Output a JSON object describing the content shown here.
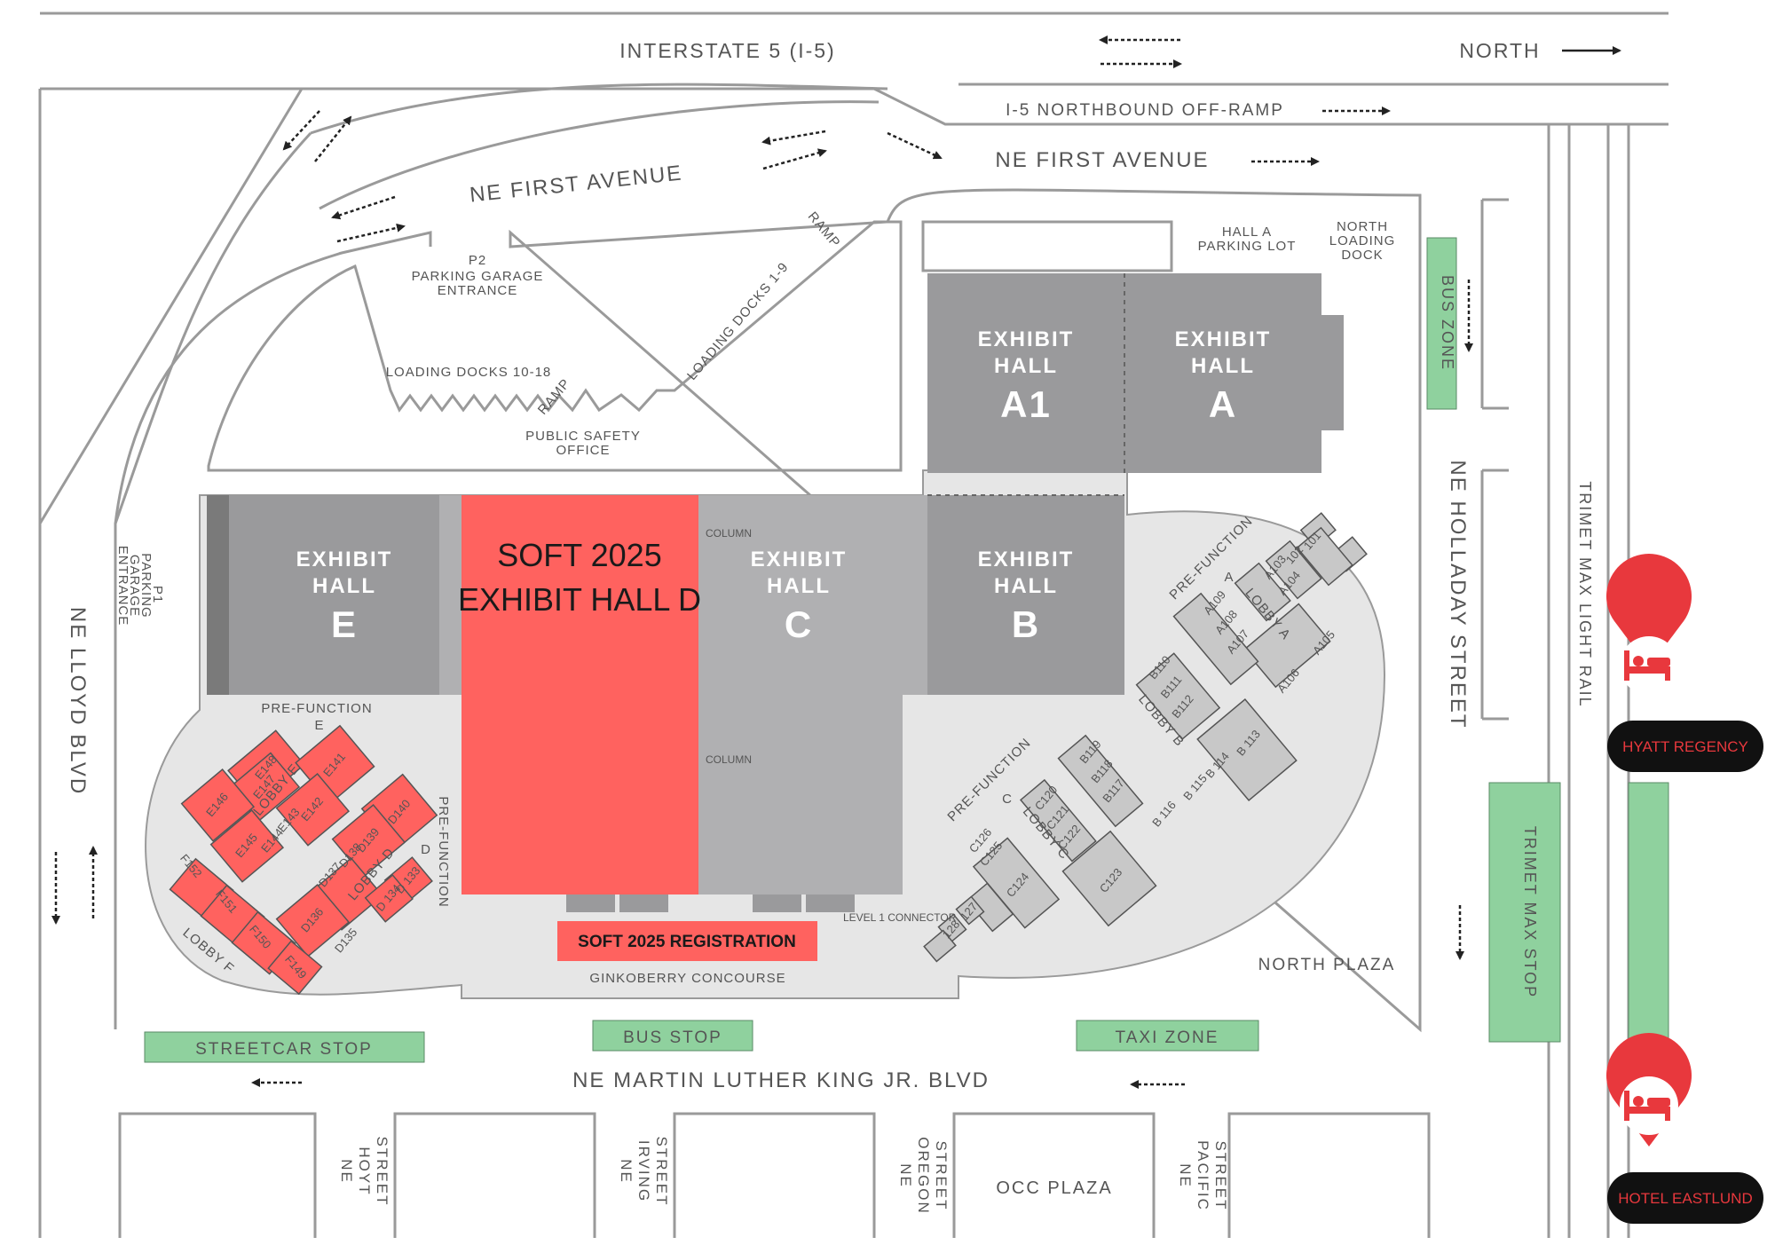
{
  "roads": {
    "interstate": "INTERSTATE 5 (I-5)",
    "north": "NORTH",
    "offramp": "I-5 NORTHBOUND OFF-RAMP",
    "ne_first_top": "NE FIRST AVENUE",
    "ne_first_curved": "NE FIRST AVENUE",
    "holladay": "NE HOLLADAY STREET",
    "lloyd": "NE LLOYD BLVD",
    "mlk": "NE MARTIN LUTHER KING JR. BLVD",
    "max_rail": "TRIMET MAX LIGHT RAIL"
  },
  "site_labels": {
    "p2_a": "P2",
    "p2_b": "PARKING GARAGE",
    "p2_c": "ENTRANCE",
    "p1_a": "P1",
    "p1_b": "PARKING",
    "p1_c": "GARAGE",
    "p1_d": "ENTRANCE",
    "loading_10_18": "LOADING DOCKS 10-18",
    "loading_1_9": "LOADING DOCKS 1-9",
    "ramp_top": "RAMP",
    "ramp_low": "RAMP",
    "public_safety_a": "PUBLIC SAFETY",
    "public_safety_b": "OFFICE",
    "hall_a_lot_a": "HALL A",
    "hall_a_lot_b": "PARKING LOT",
    "north_dock_a": "NORTH",
    "north_dock_b": "LOADING",
    "north_dock_c": "DOCK",
    "column_1": "COLUMN",
    "column_2": "COLUMN",
    "level1": "LEVEL 1 CONNECTOR",
    "ginkoberry": "GINKOBERRY CONCOURSE",
    "north_plaza": "NORTH PLAZA",
    "prefunction_e": "PRE-FUNCTION",
    "prefunction_e_letter": "E",
    "prefunction_d": "PRE-FUNCTION",
    "prefunction_d_letter": "D",
    "prefunction_a": "PRE-FUNCTION",
    "prefunction_a_letter": "A",
    "prefunction_c": "PRE-FUNCTION",
    "prefunction_c_letter": "C",
    "lobby_a": "LOBBY A",
    "lobby_b": "LOBBY B",
    "lobby_c": "LOBBY C",
    "lobby_d": "LOBBY D",
    "lobby_e": "LOBBY E",
    "lobby_f": "LOBBY F"
  },
  "halls": {
    "a1": {
      "word1": "EXHIBIT",
      "word2": "HALL",
      "letter": "A1"
    },
    "a": {
      "word1": "EXHIBIT",
      "word2": "HALL",
      "letter": "A"
    },
    "b": {
      "word1": "EXHIBIT",
      "word2": "HALL",
      "letter": "B"
    },
    "c": {
      "word1": "EXHIBIT",
      "word2": "HALL",
      "letter": "C"
    },
    "e": {
      "word1": "EXHIBIT",
      "word2": "HALL",
      "letter": "E"
    },
    "d_highlight": {
      "line1": "SOFT 2025",
      "line2": "EXHIBIT HALL D"
    }
  },
  "registration": "SOFT 2025 REGISTRATION",
  "zones": {
    "streetcar": "STREETCAR STOP",
    "bus_stop": "BUS STOP",
    "taxi": "TAXI ZONE",
    "bus_zone": "BUS ZONE",
    "max_stop": "TRIMET MAX STOP"
  },
  "streets_south": {
    "hoyt_a": "NE",
    "hoyt_b": "HOYT",
    "hoyt_c": "STREET",
    "irving_a": "NE",
    "irving_b": "IRVING",
    "irving_c": "STREET",
    "oregon_a": "NE",
    "oregon_b": "OREGON",
    "oregon_c": "STREET",
    "pacific_a": "NE",
    "pacific_b": "PACIFIC",
    "pacific_c": "STREET",
    "occ_plaza": "OCC PLAZA"
  },
  "hotels": {
    "hyatt": "HYATT REGENCY",
    "eastlund": "HOTEL EASTLUND"
  },
  "rooms": {
    "a101": "101",
    "a102": "102",
    "a103": "A103",
    "a104": "A104",
    "a105": "A105",
    "a106": "A106",
    "a107": "A107",
    "a108": "A108",
    "a109": "A109",
    "b110": "B110",
    "b111": "B111",
    "b112": "B112",
    "b113": "B 113",
    "b114": "B 114",
    "b115": "B 115",
    "b116": "B 116",
    "b117": "B117",
    "b118": "B118",
    "b119": "B119",
    "c120": "C120",
    "c121": "C121",
    "c122": "C122",
    "c123": "C123",
    "c124": "C124",
    "c125": "C125",
    "c126": "C126",
    "c127": "127",
    "c128": "128",
    "d133": "D 133",
    "d134": "D 134",
    "d135": "D135",
    "d136": "D136",
    "d137": "D137",
    "d138": "D138",
    "d139": "D139",
    "d140": "D140",
    "e141": "E141",
    "e142": "E142",
    "e143": "E143",
    "e144": "E144",
    "e145": "E145",
    "e146": "E146",
    "e147": "E147",
    "e148": "E148",
    "f149": "F149",
    "f150": "F150",
    "f151": "F151",
    "f152": "F152"
  },
  "colors": {
    "highlight": "#ff625f",
    "hall_gray": "#9a9a9c",
    "hall_c_gray": "#b0b0b2",
    "room_gray": "#c8c8c8",
    "floor": "#e8e8e8",
    "zone_green": "#8fd19e",
    "pin_red": "#e8383d"
  }
}
